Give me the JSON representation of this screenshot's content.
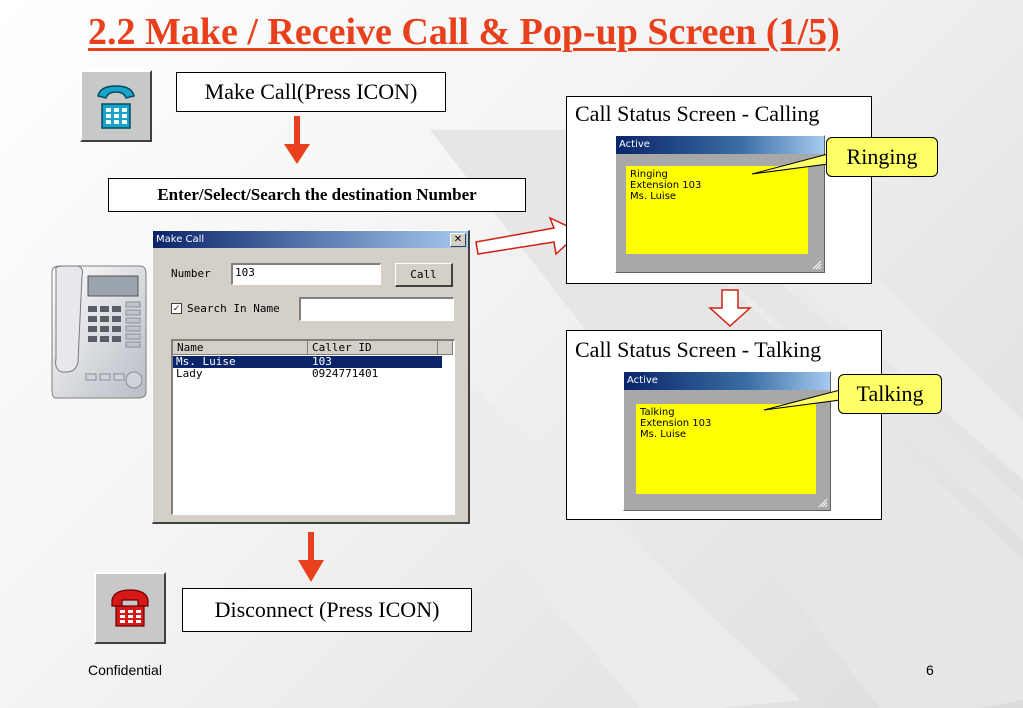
{
  "slide": {
    "title": "2.2 Make / Receive Call & Pop-up Screen (1/5)",
    "make_call_label": "Make Call(Press ICON)",
    "instruction": "Enter/Select/Search the destination Number",
    "disconnect_label": "Disconnect (Press ICON)",
    "footer_left": "Confidential",
    "page_number": "6"
  },
  "icons": {
    "make_call": "phone-icon",
    "disconnect": "hang-up-phone-icon"
  },
  "colors": {
    "title": "#e8401c",
    "arrow": "#e8401c",
    "popup_body": "#ffff00",
    "callout": "#ffff66",
    "selection": "#0a246a"
  },
  "make_call_dialog": {
    "title": "Make Call",
    "close_glyph": "✕",
    "number_label": "Number",
    "number_value": "103",
    "call_button": "Call",
    "search_checkbox_mark": "✓",
    "search_in_name_label": "Search In Name",
    "search_in_name_checked": true,
    "search_value": "",
    "columns": [
      "Name",
      "Caller ID"
    ],
    "rows": [
      {
        "name": "Ms. Luise",
        "caller_id": "103",
        "selected": true
      },
      {
        "name": "Lady",
        "caller_id": "0924771401",
        "selected": false
      }
    ]
  },
  "calling_panel": {
    "heading": "Call Status Screen - Calling",
    "popup_title": "Active",
    "lines": [
      "Ringing",
      "Extension 103",
      "Ms. Luise"
    ],
    "callout": "Ringing"
  },
  "talking_panel": {
    "heading": "Call Status Screen - Talking",
    "popup_title": "Active",
    "lines": [
      "Talking",
      "Extension 103",
      "Ms. Luise"
    ],
    "callout": "Talking"
  }
}
